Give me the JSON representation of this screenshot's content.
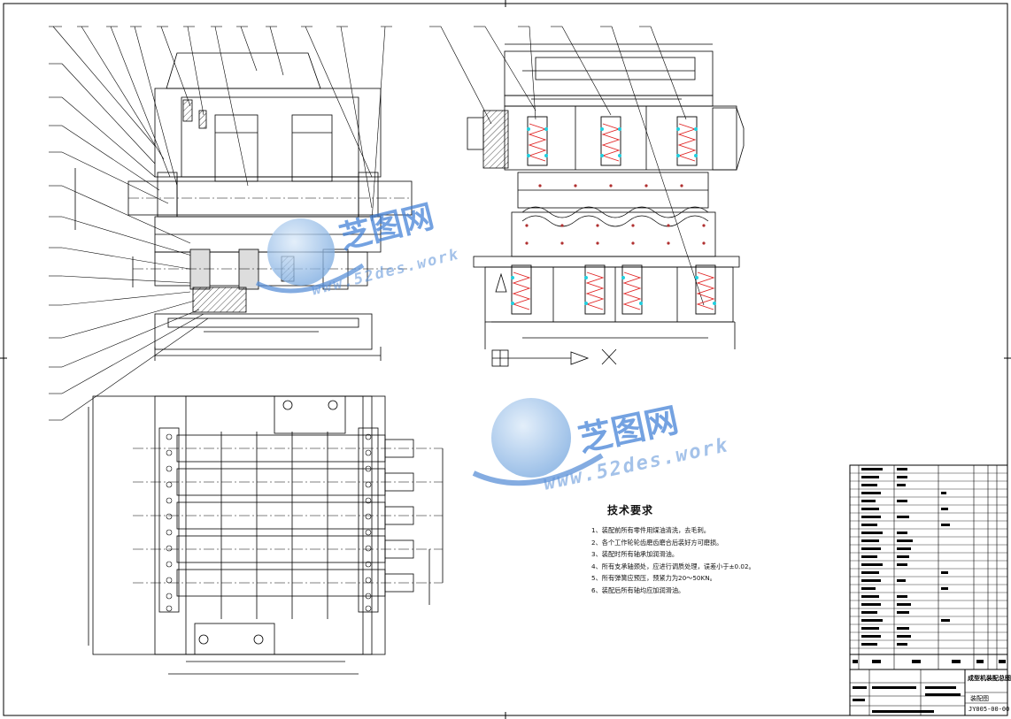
{
  "technical_requirements": {
    "title": "技术要求",
    "items": [
      "1、装配前所有零件用煤油清洗，去毛刺。",
      "2、各个工作轮轮齿磨齿磨合后装好方可磨损。",
      "3、装配时所有轴承加润滑油。",
      "4、所有支承轴颈处，应进行调质处理，误差小于±0.02。",
      "5、所有弹簧应预压，预紧力为20～50KN。",
      "6、装配后所有轴均应加润滑油。"
    ]
  },
  "watermark": {
    "brand": "芝图网",
    "url": "www.52des.work",
    "colors": {
      "blue": "#3f7fd6",
      "sphere": "#9cc3ee"
    }
  },
  "title_block": {
    "title": "成型机装配总图",
    "subtitle": "装配图",
    "drawing_number": "JY005-00-00"
  },
  "colors": {
    "line": "#000000",
    "spring": "#e02020",
    "bolt": "#20d0e0",
    "bolt_dot": "#b03030"
  }
}
